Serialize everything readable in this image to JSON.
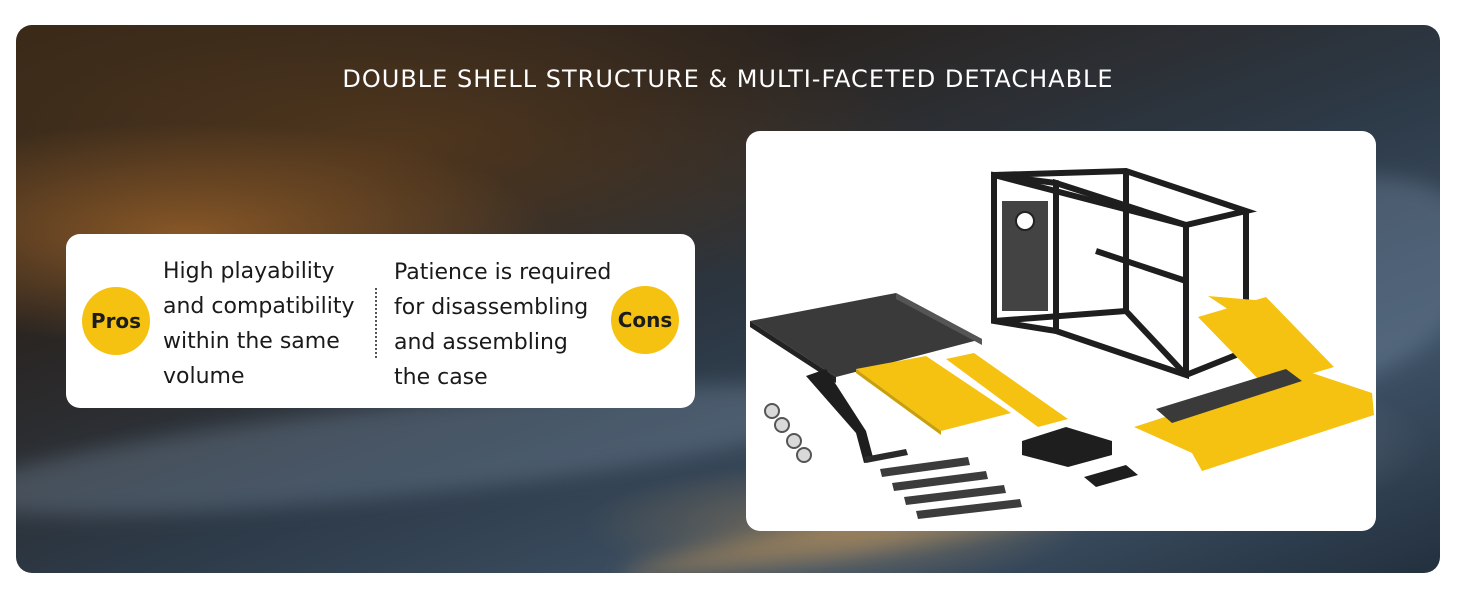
{
  "banner": {
    "title": "DOUBLE SHELL STRUCTURE & MULTI-FACETED DETACHABLE"
  },
  "pros": {
    "badge": "Pros",
    "text": "High playability\nand compatibility\nwithin the same\nvolume"
  },
  "cons": {
    "badge": "Cons",
    "text": "Patience is required\nfor disassembling\nand assembling\nthe case"
  },
  "colors": {
    "accent_yellow": "#f5c211",
    "frame_black": "#1e1e1e"
  },
  "product_image": {
    "icon": "exploded-pc-case-illustration"
  }
}
